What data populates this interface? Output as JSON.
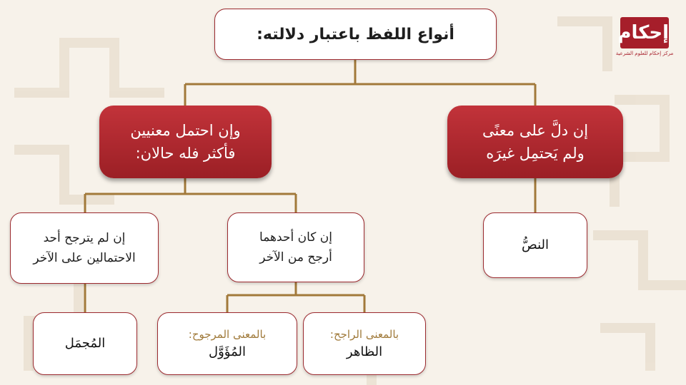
{
  "title": "أنواع اللفظ باعتبار دلالته:",
  "logo": {
    "mark": "إحكام",
    "subtitle": "مركز إحكام للعلوم الشرعية"
  },
  "branch_right": {
    "line1": "إن دلَّ على معنًى",
    "line2": "ولم يَحتمِل غيرَه"
  },
  "branch_left": {
    "line1": "وإن احتمل معنيين",
    "line2": "فأكثر فله حالان:"
  },
  "nass": "النصُّ",
  "case_preferred": {
    "line1": "إن كان أحدهما",
    "line2": "أرجح من الآخر"
  },
  "case_equal": {
    "line1": "إن لم يترجح أحد",
    "line2": "الاحتمالين على الآخر"
  },
  "mujmal": "المُجمَل",
  "zahir": {
    "label": "بالمعنى الراجح:",
    "term": "الظاهر"
  },
  "muawwal": {
    "label": "بالمعنى المرجوح:",
    "term": "المُؤَوَّل"
  },
  "colors": {
    "accent": "#b3272e",
    "connector": "#a2793a",
    "background": "#f7f2ea"
  }
}
